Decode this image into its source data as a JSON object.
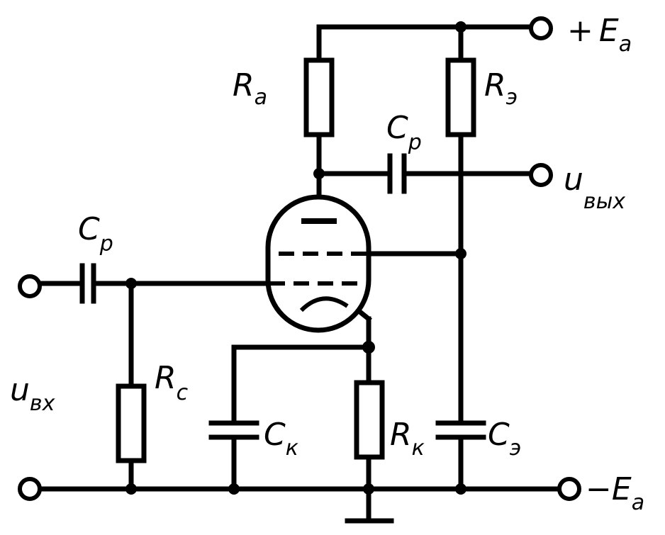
{
  "labels": {
    "Ra": {
      "main": "R",
      "sub": "a"
    },
    "Re": {
      "main": "R",
      "sub": "э"
    },
    "Rc": {
      "main": "R",
      "sub": "c"
    },
    "Rk": {
      "main": "R",
      "sub": "к"
    },
    "Cp_out": {
      "main": "C",
      "sub": "p"
    },
    "Cp_in": {
      "main": "C",
      "sub": "p"
    },
    "Ck": {
      "main": "C",
      "sub": "к"
    },
    "Ce": {
      "main": "C",
      "sub": "э"
    },
    "Ea_pos": {
      "sign": "+",
      "main": "E",
      "sub": "a"
    },
    "Ea_neg": {
      "sign": "−",
      "main": "E",
      "sub": "a"
    },
    "u_in": {
      "main": "u",
      "sub": "вх"
    },
    "u_out": {
      "main": "u",
      "sub": "вых"
    }
  }
}
